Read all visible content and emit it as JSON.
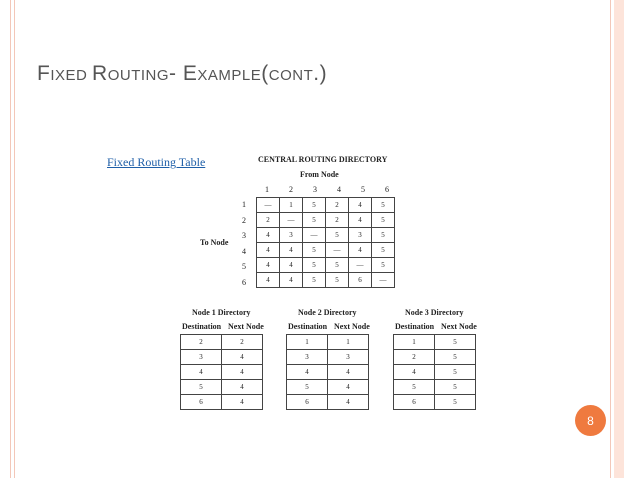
{
  "slide": {
    "title_parts": [
      {
        "text": "F",
        "big": true
      },
      {
        "text": "IXED ",
        "big": false
      },
      {
        "text": "R",
        "big": true
      },
      {
        "text": "OUTING",
        "big": false
      },
      {
        "text": "- ",
        "big": true
      },
      {
        "text": "E",
        "big": true
      },
      {
        "text": "XAMPLE",
        "big": false
      },
      {
        "text": "(",
        "big": true
      },
      {
        "text": "CONT",
        "big": false
      },
      {
        "text": ".)",
        "big": true
      }
    ],
    "link_text": "Fixed Routing Table",
    "page_number": "8",
    "accent_color": "#ef7a3f"
  },
  "central": {
    "title": "CENTRAL ROUTING DIRECTORY",
    "from_label": "From Node",
    "to_label": "To Node",
    "columns": [
      "1",
      "2",
      "3",
      "4",
      "5",
      "6"
    ],
    "rows": [
      {
        "label": "1",
        "cells": [
          "—",
          "1",
          "5",
          "2",
          "4",
          "5"
        ]
      },
      {
        "label": "2",
        "cells": [
          "2",
          "—",
          "5",
          "2",
          "4",
          "5"
        ]
      },
      {
        "label": "3",
        "cells": [
          "4",
          "3",
          "—",
          "5",
          "3",
          "5"
        ]
      },
      {
        "label": "4",
        "cells": [
          "4",
          "4",
          "5",
          "—",
          "4",
          "5"
        ]
      },
      {
        "label": "5",
        "cells": [
          "4",
          "4",
          "5",
          "5",
          "—",
          "5"
        ]
      },
      {
        "label": "6",
        "cells": [
          "4",
          "4",
          "5",
          "5",
          "6",
          "—"
        ]
      }
    ]
  },
  "nodes": [
    {
      "title": "Node 1 Directory",
      "dest_label": "Destination",
      "next_label": "Next Node",
      "rows": [
        [
          "2",
          "2"
        ],
        [
          "3",
          "4"
        ],
        [
          "4",
          "4"
        ],
        [
          "5",
          "4"
        ],
        [
          "6",
          "4"
        ]
      ]
    },
    {
      "title": "Node 2 Directory",
      "dest_label": "Destination",
      "next_label": "Next Node",
      "rows": [
        [
          "1",
          "1"
        ],
        [
          "3",
          "3"
        ],
        [
          "4",
          "4"
        ],
        [
          "5",
          "4"
        ],
        [
          "6",
          "4"
        ]
      ]
    },
    {
      "title": "Node 3 Directory",
      "dest_label": "Destination",
      "next_label": "Next Node",
      "rows": [
        [
          "1",
          "5"
        ],
        [
          "2",
          "5"
        ],
        [
          "4",
          "5"
        ],
        [
          "5",
          "5"
        ],
        [
          "6",
          "5"
        ]
      ]
    }
  ]
}
